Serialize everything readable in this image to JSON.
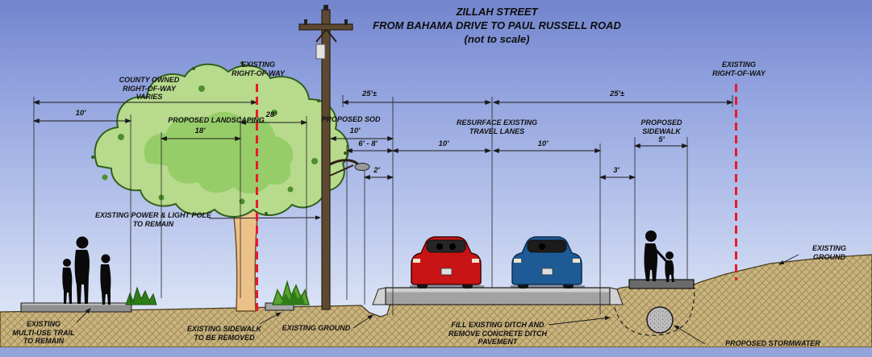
{
  "title": {
    "text": "ZILLAH STREET\nFROM BAHAMA DRIVE TO PAUL RUSSELL ROAD\n(not to scale)"
  },
  "labels": {
    "county_row": "COUNTY OWNED\nRIGHT-OF-WAY\nVARIES",
    "row_left": "EXISTING\nRIGHT-OF-WAY",
    "row_right": "EXISTING\nRIGHT-OF-WAY",
    "proposed_landscaping": "PROPOSED LANDSCAPING",
    "proposed_sod": "PROPOSED SOD",
    "resurface_lanes": "RESURFACE EXISTING\nTRAVEL LANES",
    "proposed_sidewalk": "PROPOSED\nSIDEWALK",
    "power_pole": "EXISTING POWER & LIGHT POLE\nTO REMAIN",
    "multi_use_trail": "EXISTING\nMULTI-USE TRAIL\nTO REMAIN",
    "existing_sidewalk": "EXISTING SIDEWALK\nTO BE REMOVED",
    "existing_ground_left": "EXISTING GROUND",
    "existing_ground_right": "EXISTING GROUND",
    "fill_ditch": "FILL EXISTING DITCH AND\nREMOVE CONCRETE DITCH\nPAVEMENT",
    "stormwater_pipe": "PROPOSED STORMWATER PIPE"
  },
  "dimensions": {
    "trail_width": "10'",
    "row_to_center_left": "25'±",
    "center_to_row_right": "25'±",
    "landscaping_overall": "28'",
    "landscaping_width": "18'",
    "sod_width": "10'",
    "sod_range": "6' - 8'",
    "offset_two_ft": "2'",
    "lane_left": "10'",
    "lane_right": "10'",
    "offset_three_ft": "3'",
    "sidewalk_width": "5'"
  },
  "figures": {
    "tree": "large deciduous tree",
    "utility_pole": "wood power and light pole with crossarm",
    "street_light": "street light arm and head",
    "car_red": "red car rear view in left travel lane",
    "car_blue": "blue car rear view in right travel lane",
    "pedestrians_left": "adult and two children silhouettes on multi-use trail",
    "pedestrians_right": "adult and child silhouettes on proposed sidewalk",
    "bushes": "shrub clumps",
    "stormwater_pipe_section": "round stormwater pipe in filled ditch",
    "right_of_way_lines": "red dashed vertical right-of-way markers"
  },
  "colors": {
    "sky_top": "#7285cd",
    "sky_bottom": "#e3eaf8",
    "ground_tan": "#c9b37f",
    "ground_hatch": "#97824e",
    "right_of_way_red": "#e8192c",
    "tree_canopy_light": "#b7da8d",
    "tree_canopy_dark": "#97cd68",
    "tree_trunk": "#ecc189",
    "pole_brown": "#5d4931",
    "road_gray": "#a2a2a2",
    "car_red": "#c81414",
    "car_blue": "#1e5b96",
    "silhouette": "#0a0a0a",
    "text": "#111111"
  }
}
